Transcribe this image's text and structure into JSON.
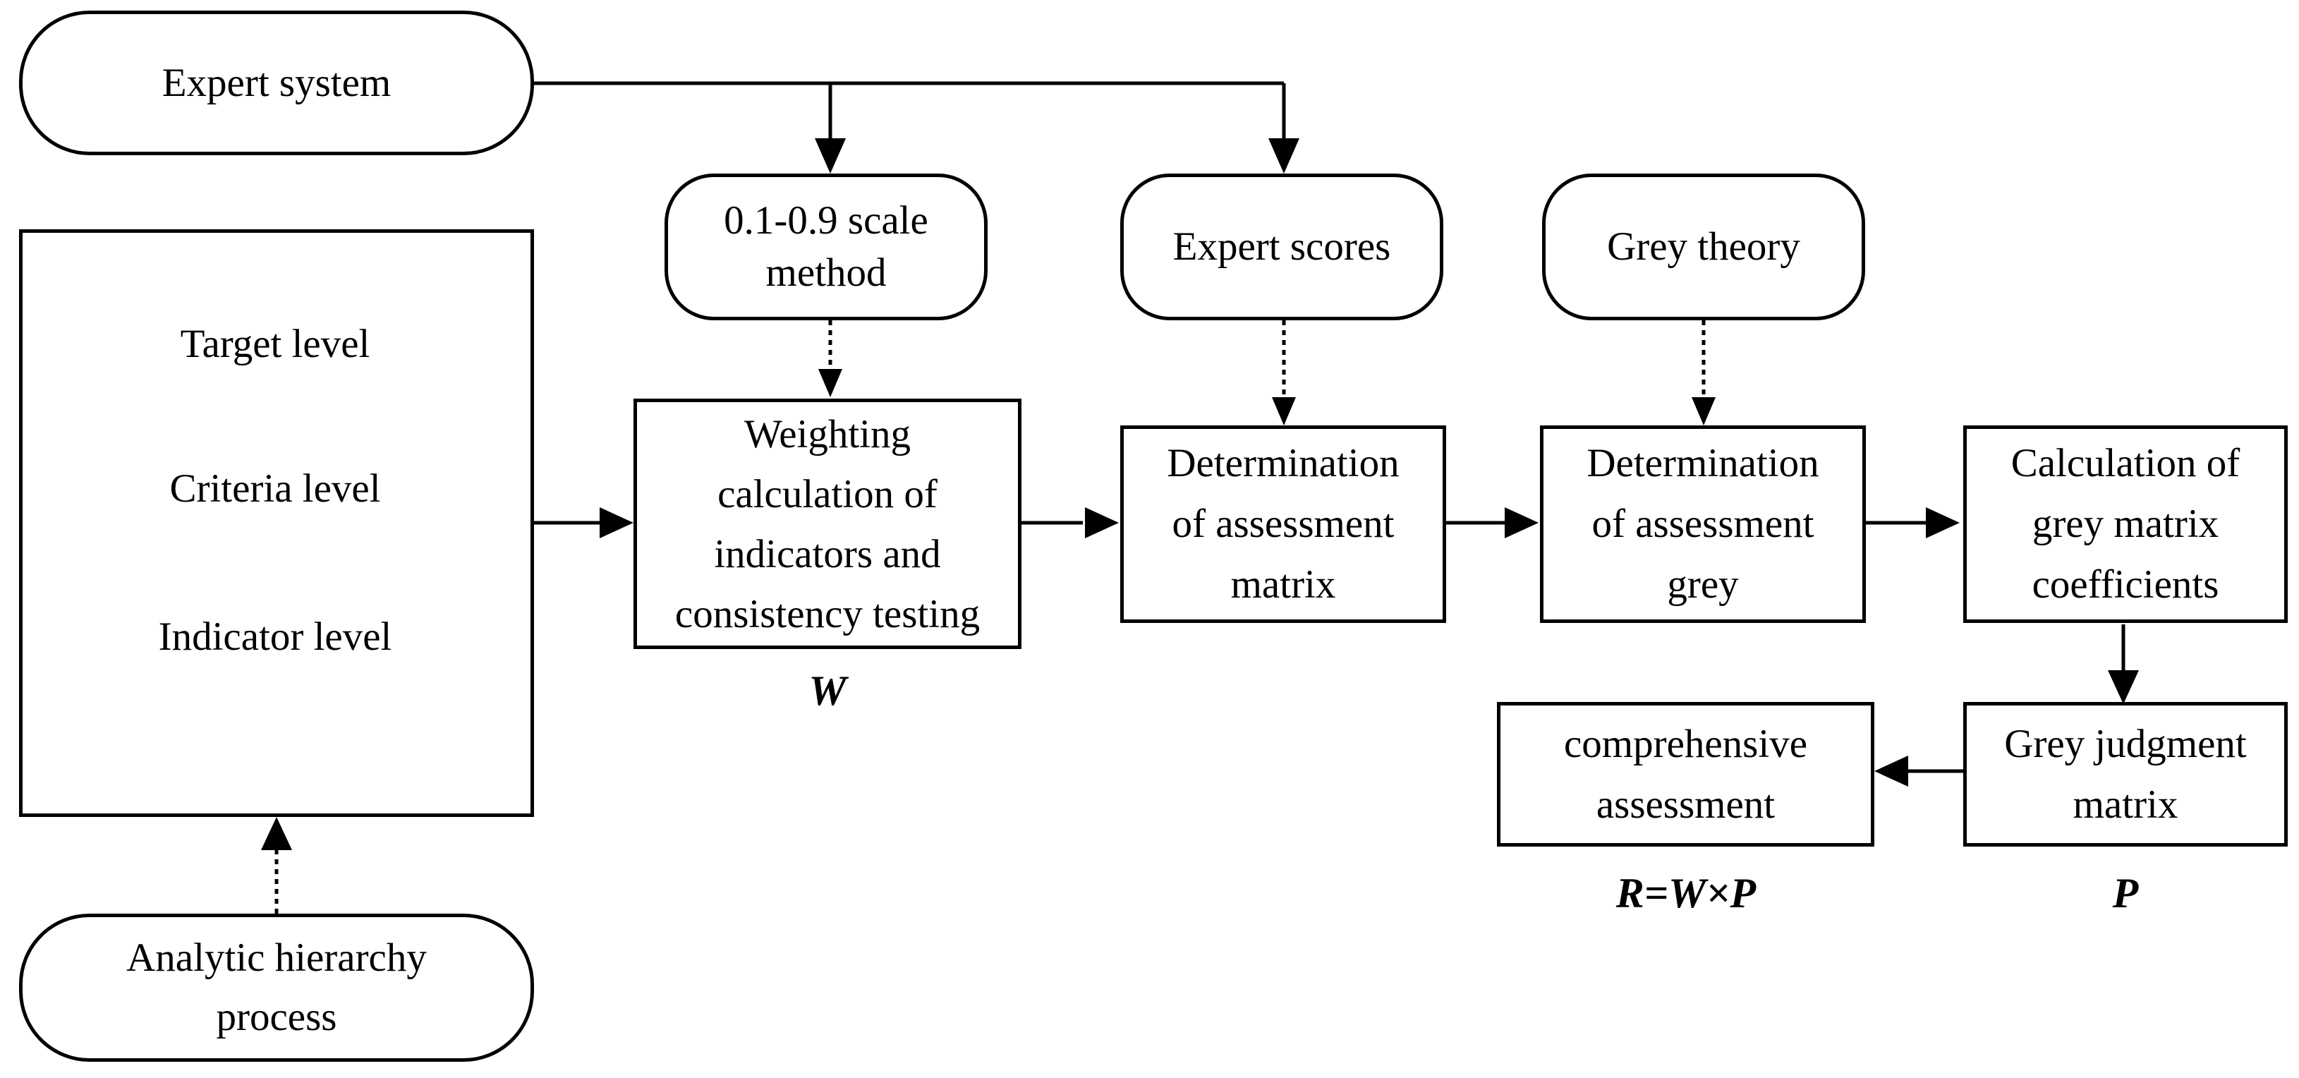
{
  "nodes": {
    "expert_system": {
      "label": "Expert system"
    },
    "scale_method": {
      "line1": "0.1-0.9 scale",
      "line2": "method"
    },
    "expert_scores": {
      "label": "Expert scores"
    },
    "grey_theory": {
      "label": "Grey theory"
    },
    "hierarchy": {
      "target": "Target level",
      "criteria": "Criteria level",
      "indicator": "Indicator level"
    },
    "weighting": {
      "line1": "Weighting",
      "line2": "calculation of",
      "line3": "indicators and",
      "line4": "consistency testing"
    },
    "assessment_matrix": {
      "line1": "Determination",
      "line2": "of assessment",
      "line3": "matrix"
    },
    "assessment_grey": {
      "line1": "Determination",
      "line2": "of assessment",
      "line3": "grey"
    },
    "grey_coefficients": {
      "line1": "Calculation of",
      "line2": "grey matrix",
      "line3": "coefficients"
    },
    "grey_judgment": {
      "line1": "Grey judgment",
      "line2": "matrix"
    },
    "comprehensive": {
      "line1": "comprehensive",
      "line2": "assessment"
    },
    "ahp": {
      "line1": "Analytic hierarchy",
      "line2": "process"
    }
  },
  "formulas": {
    "w": "W",
    "r": "R=W×P",
    "p": "P"
  }
}
